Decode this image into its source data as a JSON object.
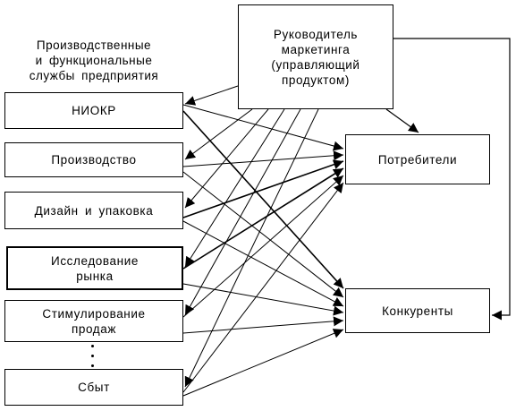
{
  "group_title": "Производственные\nи  функциональные\nслужбы  предприятия",
  "manager": "Руководитель\nмаркетинга\n(управляющий\nпродуктом)",
  "departments": [
    "НИОКР",
    "Производство",
    "Дизайн  и  упаковка",
    "Исследование\nрынка",
    "Стимулирование\nпродаж",
    "Сбыт"
  ],
  "targets": {
    "consumers": "Потребители",
    "competitors": "Конкуренты"
  }
}
